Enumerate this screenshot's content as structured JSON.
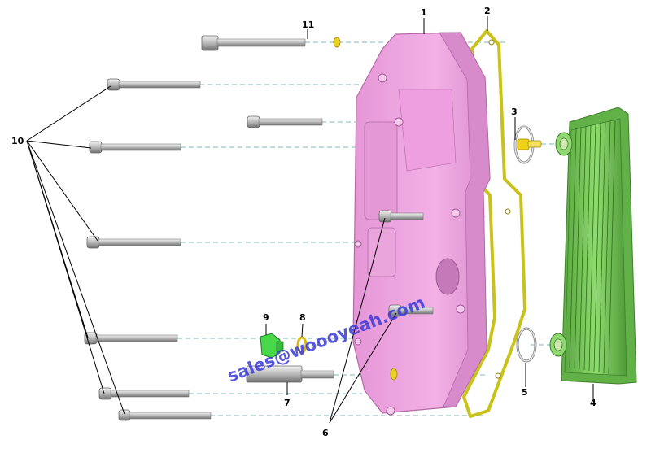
{
  "diagram": {
    "callouts": {
      "c1": "1",
      "c2": "2",
      "c3": "3",
      "c4": "4",
      "c5": "5",
      "c6": "6",
      "c7": "7",
      "c8": "8",
      "c9": "9",
      "c10": "10",
      "c11": "11"
    },
    "watermark": "sales@woooyeah.com",
    "colors": {
      "housing": "#f0a6e2",
      "housing_dark": "#d27fc4",
      "gasket": "#d9d21e",
      "cooler": "#7ccf5c",
      "cooler_dark": "#4f9a38",
      "bolt": "#c8c8c8",
      "bolt_dark": "#7d7d7d",
      "oring": "#e9e9e9",
      "dash": "#7fb5b5",
      "plug": "#48d84a",
      "washer": "#ead020"
    }
  }
}
